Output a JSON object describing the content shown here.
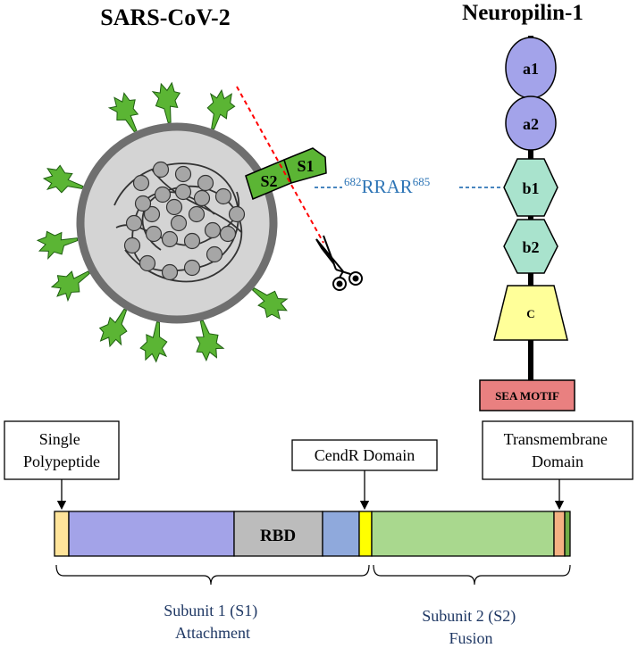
{
  "titles": {
    "virus": "SARS-CoV-2",
    "receptor": "Neuropilin-1"
  },
  "spike": {
    "s1_label": "S1",
    "s2_label": "S2",
    "motif_start": "682",
    "motif_seq": "RRAR",
    "motif_end": "685"
  },
  "neuropilin": {
    "domains": [
      {
        "label": "a1",
        "shape": "ellipse",
        "color": "#a3a3ea"
      },
      {
        "label": "a2",
        "shape": "ellipse",
        "color": "#a3a3ea"
      },
      {
        "label": "b1",
        "shape": "hexagon",
        "color": "#a9e3cd"
      },
      {
        "label": "b2",
        "shape": "hexagon",
        "color": "#a9e3cd"
      },
      {
        "label": "C",
        "shape": "trapezoid",
        "color": "#ffff99"
      },
      {
        "label": "SEA MOTIF",
        "shape": "rect",
        "color": "#e98080"
      }
    ]
  },
  "callouts": {
    "single_polypeptide": [
      "Single",
      "Polypeptide"
    ],
    "cendr": [
      "CendR Domain"
    ],
    "transmembrane": [
      "Transmembrane",
      "Domain"
    ]
  },
  "bar": {
    "rbd_label": "RBD",
    "colors": {
      "signal": "#ffe49a",
      "s1": "#a3a3e8",
      "rbd": "#bcbcbc",
      "s1_end": "#8fa9dc",
      "cendr": "#ffff00",
      "s2": "#a9d88e",
      "tm": "#f4b183",
      "tail": "#70ad47"
    }
  },
  "subunits": {
    "s1": [
      "Subunit 1 (S1)",
      "Attachment"
    ],
    "s2": [
      "Subunit 2 (S2)",
      "Fusion"
    ]
  },
  "colors": {
    "motif_blue": "#2e75b6",
    "subunit_text": "#1f3864",
    "cut_line": "#ff0000",
    "spike_green": "#5bb534",
    "virus_fill": "#d4d4d4",
    "virus_ring": "#6f6f6f",
    "protein_gray": "#a6a6a6"
  }
}
